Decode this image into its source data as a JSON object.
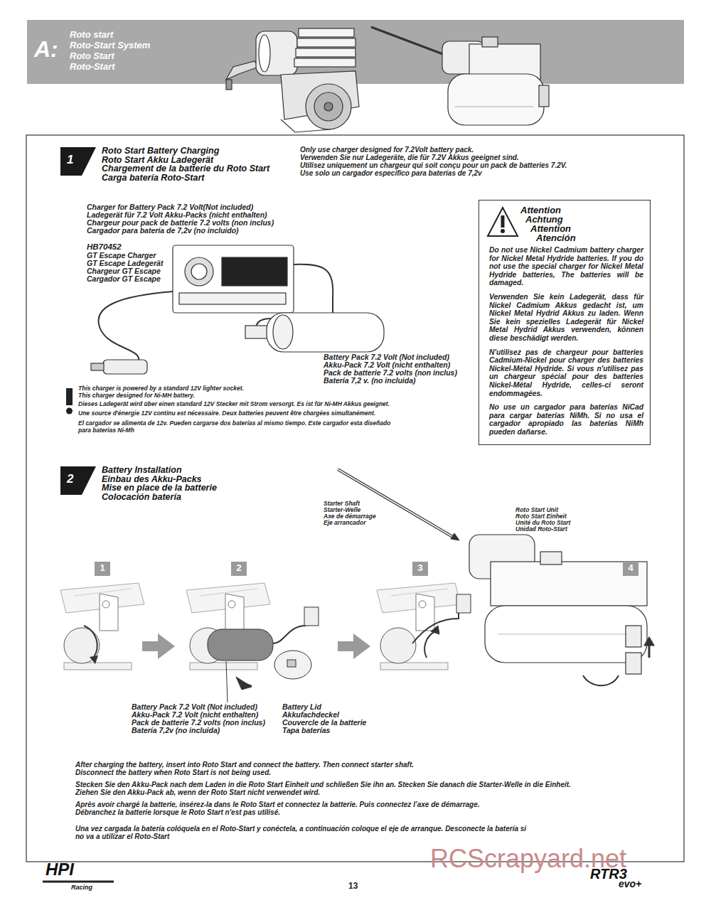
{
  "diagram": {
    "nodes": [
      {
        "text": [
          "A:",
          "Roto start",
          "Roto-Start System",
          "Roto Start",
          "Roto-Start"
        ]
      },
      {
        "text": [
          "1",
          "Roto Start Battery Charging",
          "Roto Start Akku Ladegerät",
          "Chargement de la batterie du Roto Start",
          "Carga batería  Roto-Start"
        ]
      },
      {
        "text": [
          "Attention",
          "Achtung",
          "Attention",
          "Atención",
          "Do not use Nickel Cadmium battery charger for Nickel Metal Hydride batteries. If you do not use the special charger for Nickel Metal Hydride batteries, The batteries will be damaged.",
          "Verwenden Sie kein Ladegerät, dass für Nickel Cadmium Akkus gedacht ist, um Nickel Metal Hydrid Akkus zu laden. Wenn Sie kein spezielles Ladegerät für Nickel Metal Hydrid Akkus verwenden, können diese beschädigt werden.",
          "N'utilisez pas de chargeur pour batteries Cadmium-Nickel pour charger des batteries Nickel-Métal Hydride. Si vous n'utilisez pas un chargeur spécial pour des batteries Nickel-Métal Hydride, celles-ci seront endommagées.",
          "No use un cargador para baterías NiCad para cargar baterías NiMh. Si no usa el cargador apropiado las baterías NiMh pueden dañarse."
        ]
      },
      {
        "text": [
          "2",
          "Battery Installation",
          "Einbau des Akku-Packs",
          "Mise en place de la batterie",
          "Colocación batería"
        ]
      },
      {
        "text": [
          "1"
        ]
      },
      {
        "text": [
          "2"
        ]
      },
      {
        "text": [
          "3"
        ]
      },
      {
        "text": [
          "4"
        ]
      }
    ],
    "labels": [
      "Only use charger designed for 7.2Volt battery pack.",
      "Verwenden Sie nur Ladegeräte, die für 7.2V Akkus geeignet sind.",
      "Utilisez uniquement un chargeur qui soit conçu pour un pack de batteries 7.2V.",
      "Use solo un cargador especifico para baterías de 7,2v",
      "Charger for Battery Pack 7.2 Volt(Not included)",
      "Ladegerät für 7.2 Volt Akku-Packs (nicht enthalten)",
      "Chargeur pour pack de batterie 7.2 volts (non inclus)",
      "Cargador para batería de 7,2v (no incluido)",
      "HB70452",
      "GT Escape Charger",
      "GT Escape Ladegerät",
      "Chargeur GT Escape",
      "Cargador GT Escape",
      "Battery Pack 7.2 Volt (Not included)",
      "Akku-Pack 7.2 Volt (nicht enthalten)",
      "Pack de batterie 7.2 volts (non inclus)",
      "Batería 7,2 v. (no incluida)",
      "This charger is powered by a standard 12V lighter socket.",
      "This charger designed for Ni-MH battery.",
      "Dieses Ladegerät wird über einen standard 12V Stecker mit Strom versorgt. Es ist für Ni-MH Akkus geeignet.",
      "Une source d'énergie 12V continu est nécessaire. Deux batteries peuvent être chargées simultanément.",
      "El cargador se alimenta de 12v. Pueden cargarse dos baterías al mismo tiempo. Este cargador esta diseñado",
      "para baterías Ni-Mh",
      "Starter Shaft",
      "Starter-Welle",
      "Axe de démarrage",
      "Eje arrancador",
      "Roto Start Unit",
      "Roto Start Einheit",
      "Unité du Roto Start",
      "Unidad Roto-Start",
      "Battery Pack 7.2 Volt (Not included)",
      "Akku-Pack 7.2 Volt (nicht enthalten)",
      "Pack de batterie 7.2 volts (non inclus)",
      "Batería 7,2v (no incluida)",
      "Battery Lid",
      "Akkufachdeckel",
      "Couvercle de la batterie",
      "Tapa baterías",
      "After charging the battery, insert into Roto Start and connect the battery. Then connect starter shaft.",
      "Disconnect the battery when Roto Start is not being used.",
      "Stecken Sie den Akku-Pack nach dem Laden in die Roto Start Einheit und schließen Sie ihn an. Stecken Sie danach die Starter-Welle in die Einheit.",
      "Ziehen Sie den Akku-Pack ab, wenn der Roto Start nicht verwendet wird.",
      "Après avoir chargé la batterie, insérez-la dans le Roto Start et connectez la batterie. Puis connectez l’axe de démarrage.",
      "Débranchez la batterie lorsque le Roto Start n'est pas utilisé.",
      "Una vez cargada la batería colóquela en el Roto-Start y conéctela, a continuación coloque el eje de arranque. Desconecte la batería si",
      "no va a utilizar el Roto-Start",
      "RCScrapyard.net",
      "13",
      "HPI",
      "Racing",
      "RTR3",
      "evo+"
    ]
  }
}
